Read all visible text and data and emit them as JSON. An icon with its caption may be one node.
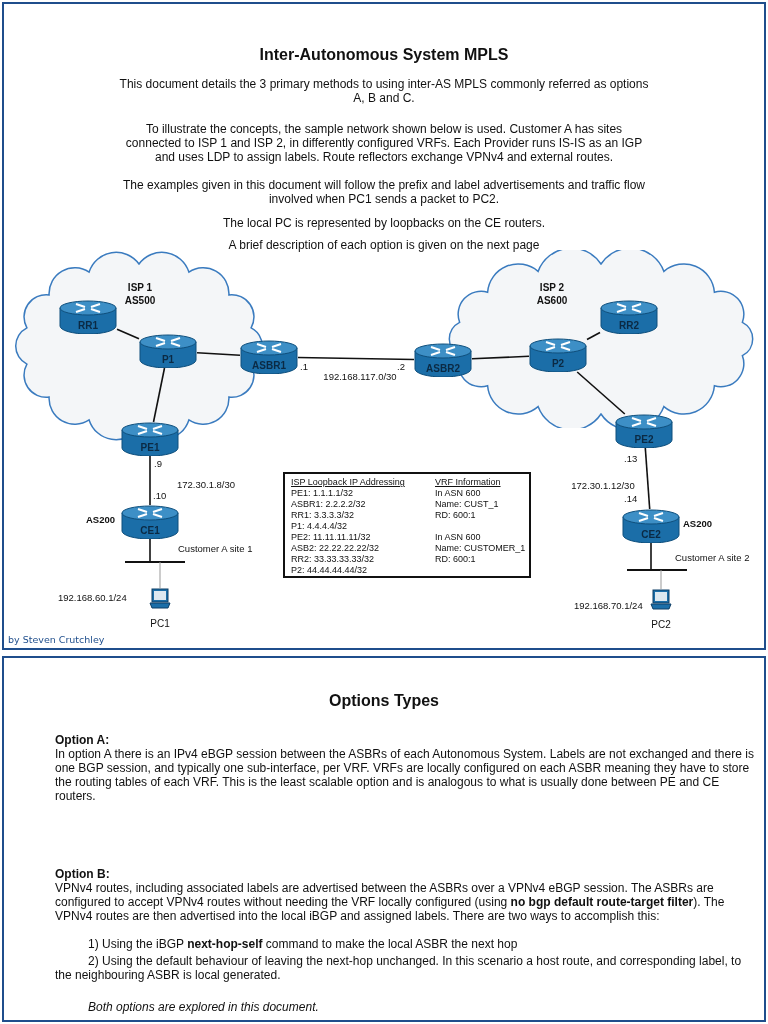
{
  "diagram": {
    "title": "Inter-Autonomous System MPLS",
    "nodes": [
      {
        "text": [
          "ISP 1",
          "AS500"
        ]
      },
      {
        "text": [
          "RR1"
        ],
        "in": 0
      },
      {
        "text": [
          "P1"
        ],
        "in": 0
      },
      {
        "text": [
          "ASBR1"
        ]
      },
      {
        "text": [
          "PE1"
        ]
      },
      {
        "text": [
          "CE1"
        ],
        "beside": [
          "AS200"
        ]
      },
      {
        "text": [],
        "shape": "bar"
      },
      {
        "text": [
          "PC1"
        ],
        "beside": [
          "192.168.60.1/24"
        ]
      },
      {
        "text": [
          "ISP 2",
          "AS600"
        ]
      },
      {
        "text": [
          "ASBR2"
        ]
      },
      {
        "text": [
          "P2"
        ],
        "in": 8
      },
      {
        "text": [
          "RR2"
        ],
        "in": 8
      },
      {
        "text": [
          "PE2"
        ]
      },
      {
        "text": [
          "CE2"
        ],
        "beside": [
          "AS200"
        ]
      },
      {
        "text": [],
        "shape": "bar"
      },
      {
        "text": [
          "PC2"
        ],
        "beside": [
          "192.168.70.1/24"
        ]
      },
      {
        "text": [
          "ISP Loopback IP Addressing",
          "PE1: 1.1.1.1/32",
          "ASBR1: 2.2.2.2/32",
          "RR1: 3.3.3.3/32",
          "P1: 4.4.4.4/32",
          "PE2: 11.11.11.11/32",
          "ASB2: 22.22.22.22/32",
          "RR2: 33.33.33.33/32",
          "P2: 44.44.44.44/32",
          "VRF Information",
          "In ASN 600",
          "Name: CUST_1",
          "RD: 600:1",
          "In ASN 600",
          "Name: CUSTOMER_1",
          "RD: 600:1"
        ]
      }
    ],
    "edges": [
      {
        "from": 1,
        "to": 2,
        "arrow": "none"
      },
      {
        "from": 2,
        "to": 3,
        "arrow": "none"
      },
      {
        "from": 2,
        "to": 4,
        "arrow": "none"
      },
      {
        "from": 3,
        "to": 9,
        "arrow": "none",
        "label": "192.168.117.0/30"
      },
      {
        "from": 9,
        "to": 10,
        "arrow": "none"
      },
      {
        "from": 10,
        "to": 11,
        "arrow": "none"
      },
      {
        "from": 10,
        "to": 12,
        "arrow": "none"
      },
      {
        "from": 4,
        "to": 5,
        "arrow": "none",
        "label": "172.30.1.8/30"
      },
      {
        "from": 5,
        "to": 6,
        "arrow": "none"
      },
      {
        "from": 6,
        "to": 7,
        "arrow": "none",
        "color": "#999999"
      },
      {
        "from": 12,
        "to": 13,
        "arrow": "none",
        "label": "172.30.1.12/30"
      },
      {
        "from": 13,
        "to": 14,
        "arrow": "none"
      },
      {
        "from": 14,
        "to": 15,
        "arrow": "none",
        "color": "#999999"
      }
    ],
    "labels": [
      "This document details the 3 primary methods to using inter-AS MPLS commonly referred as options A, B and C.",
      "To illustrate the concepts, the sample network shown below is used. Customer A has sites connected to ISP 1 and ISP 2, in differently configured VRFs. Each Provider runs IS-IS as an IGP and uses LDP to assign labels. Route reflectors exchange VPNv4 and external routes.",
      "The examples given in this document will follow the prefix and label advertisements and traffic flow involved when PC1 sends a packet to PC2.",
      "The local PC is represented by loopbacks on the CE routers.",
      "A brief description of each option is given on the next page",
      ".1",
      ".2",
      ".9",
      ".10",
      "Customer A site 1",
      ".13",
      ".14",
      "Customer A site 2",
      "by Steven Crutchley",
      "Options Types",
      "Option A:",
      "In option A there is an IPv4 eBGP session between the ASBRs of each Autonomous System. Labels are not exchanged and there is one BGP session, and typically one sub-interface, per VRF. VRFs are locally configured on each ASBR meaning they have to store the routing tables of each VRF. This is the least scalable option and is analogous to what is usually done between PE and CE routers.",
      "Option B:",
      "VPNv4 routes, including associated labels are advertised between the ASBRs over a VPNv4 eBGP session. The ASBRs are configured to accept VPNv4 routes without needing the VRF locally configured (using **no bgp default route-target filter**). The VPNv4 routes are then advertised into the local iBGP and assigned labels. There are two ways to accomplish this:",
      "1) Using the iBGP **next-hop-self** command to make the local ASBR the next hop",
      "2) Using the default behaviour of leaving the next-hop unchanged. In this scenario a host route, and corresponding label, to the neighbouring ASBR is local generated.",
      "Both options are explored in this document."
    ]
  }
}
